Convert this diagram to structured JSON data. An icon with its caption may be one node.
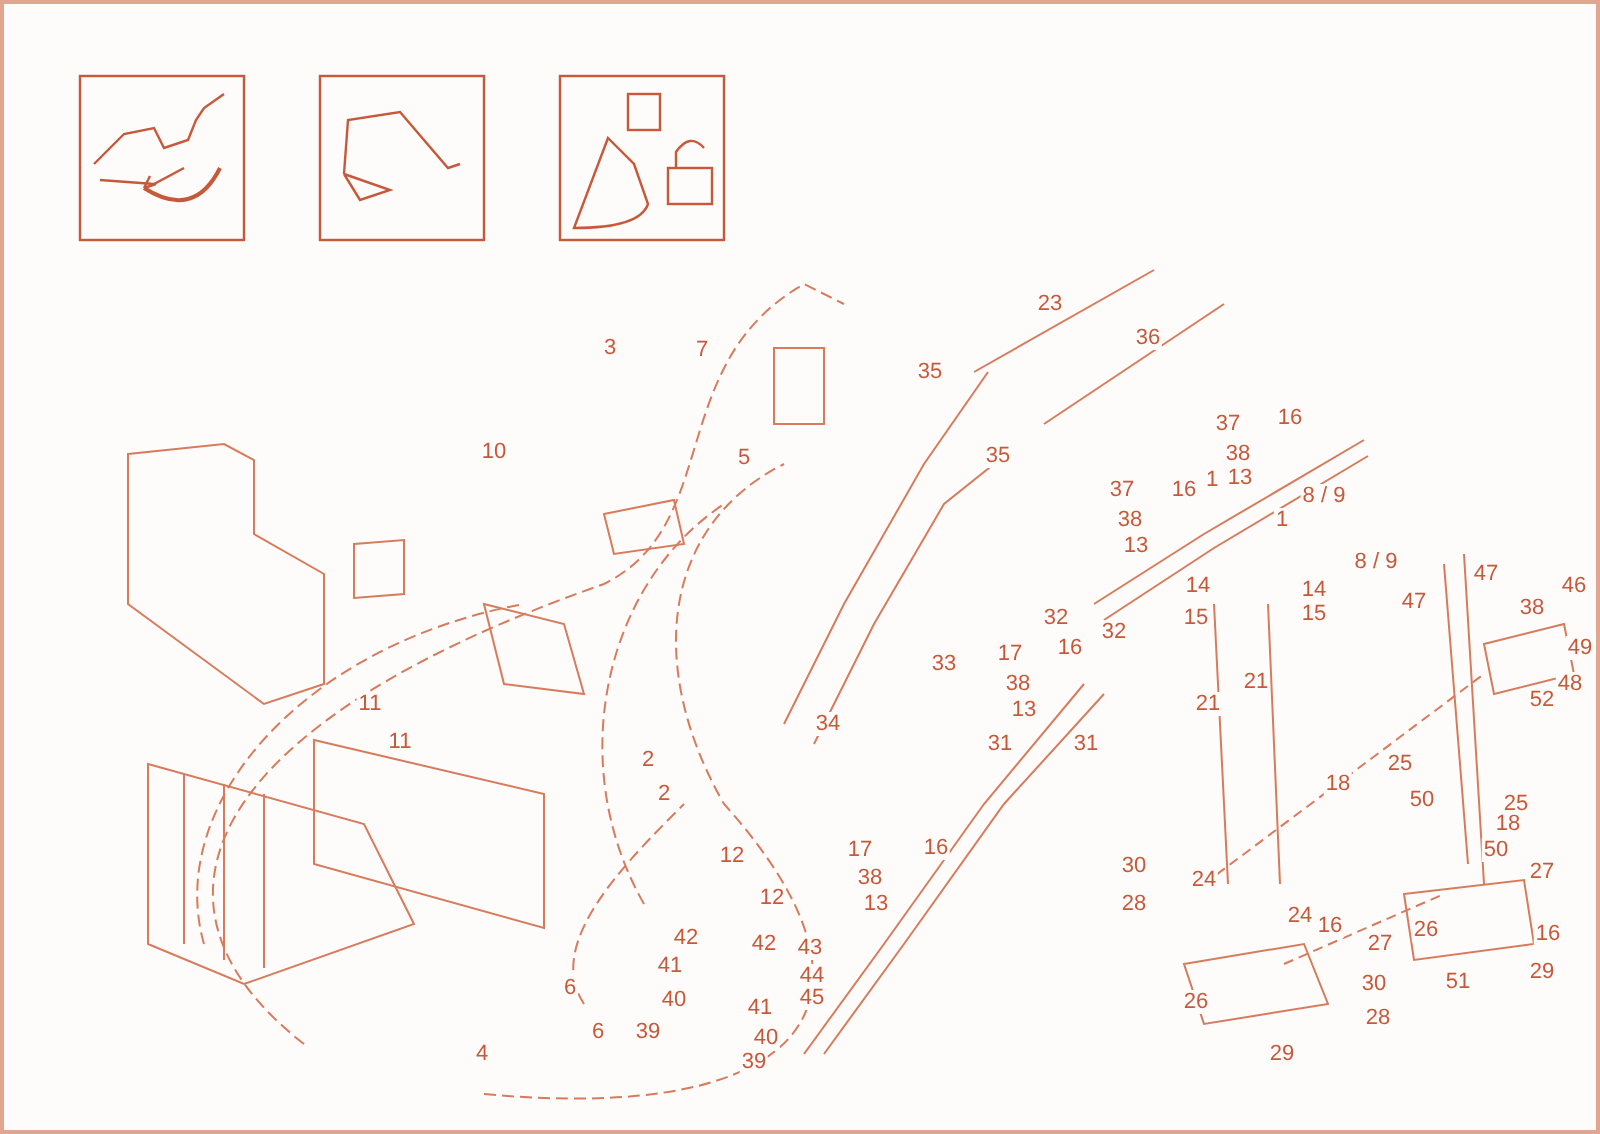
{
  "diagram": {
    "labels": [
      "23",
      "36",
      "3",
      "7",
      "35",
      "16",
      "37",
      "38",
      "35",
      "5",
      "10",
      "1",
      "13",
      "37",
      "16",
      "8 / 9",
      "1",
      "38",
      "13",
      "8 / 9",
      "47",
      "46",
      "14",
      "14",
      "47",
      "38",
      "15",
      "15",
      "32",
      "32",
      "49",
      "16",
      "17",
      "33",
      "38",
      "48",
      "21",
      "52",
      "11",
      "21",
      "13",
      "34",
      "11",
      "31",
      "31",
      "2",
      "25",
      "18",
      "2",
      "50",
      "25",
      "18",
      "16",
      "17",
      "50",
      "12",
      "30",
      "27",
      "38",
      "24",
      "12",
      "28",
      "13",
      "24",
      "16",
      "26",
      "16",
      "42",
      "42",
      "27",
      "43",
      "41",
      "29",
      "44",
      "51",
      "30",
      "6",
      "40",
      "45",
      "26",
      "41",
      "28",
      "39",
      "6",
      "40",
      "29",
      "4",
      "39"
    ]
  }
}
